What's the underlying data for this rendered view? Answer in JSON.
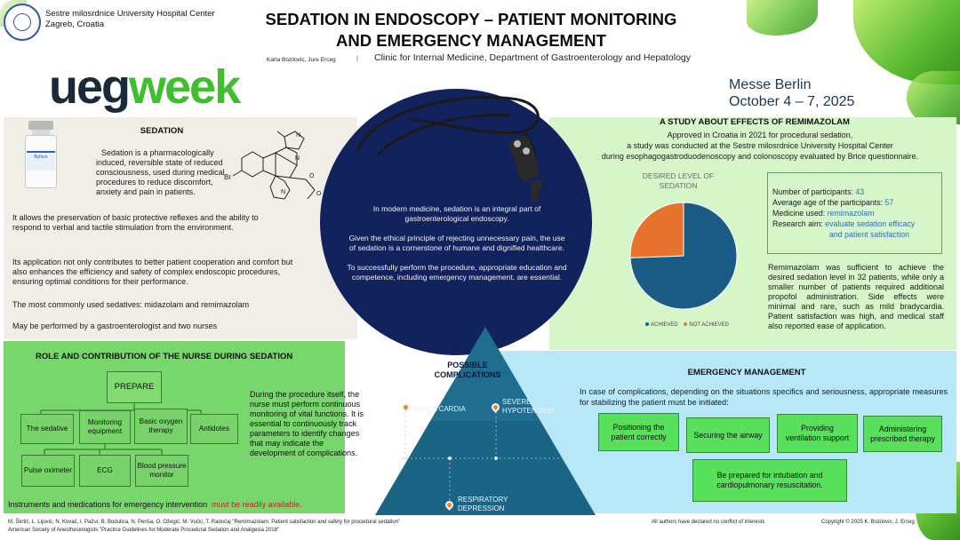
{
  "header": {
    "hospital_lines": [
      "Sestre milosrdnice University Hospital Center",
      "Zagreb, Croatia"
    ],
    "title_lines": [
      "SEDATION IN ENDOSCOPY – PATIENT MONITORING",
      "AND EMERGENCY MANAGEMENT"
    ],
    "authors": "Karla Bozilovic, Jure Erceg",
    "separator": "|",
    "clinic": "Clinic for Internal Medicine, Department of Gastroenterology and Hepatology",
    "ueg_part1": "ueg",
    "ueg_part2": "week",
    "event_line1": "Messe Berlin",
    "event_line2": "October 4 – 7, 2025"
  },
  "sedation": {
    "title": "SEDATION",
    "p1": "Sedation is a pharmacologically induced, reversible state of reduced consciousness, used during medical procedures to reduce discomfort, anxiety and pain in patients.",
    "p2": "It allows the preservation of basic protective reflexes and the ability to respond to verbal and tactile stimulation from the environment.",
    "p3": "Its application not only contributes to better patient cooperation and comfort but also enhances the efficiency and safety of complex endoscopic procedures, ensuring optimal conditions for their performance.",
    "p4": "The most commonly used sedatives: midazolam and remimazolam",
    "p5": "May be performed by a gastroenterologist and two nurses",
    "vial_label": "Byfavo",
    "molecule_atoms": {
      "br": "Br",
      "n1": "N",
      "n2": "N",
      "n3": "N",
      "o1": "O",
      "o2": "O"
    }
  },
  "center": {
    "p1": "In modern medicine, sedation is an integral part of gastroenterological endoscopy.",
    "p2": "Given the ethical principle of rejecting unnecessary pain, the use of sedation is a cornerstone of humane and dignified healthcare.",
    "p3": "To successfully perform the procedure, appropriate education and competence, including emergency management, are essential."
  },
  "complications": {
    "title": "POSSIBLE COMPLICATIONS",
    "items": [
      "BRADYCARDIA",
      "SEVERE HYPOTENSION",
      "RESPIRATORY DEPRESSION"
    ]
  },
  "study": {
    "title": "A STUDY ABOUT EFFECTS OF REMIMAZOLAM",
    "intro_lines": [
      "Approved in Croatia in 2021 for procedural sedation,",
      "a study was conducted at the Sestre milosrdnice University Hospital Center",
      "during esophagogastroduodenoscopy and colonoscopy evaluated by Brice questionnaire."
    ],
    "stats": {
      "participants_label": "Number of participants:",
      "participants_value": "43",
      "age_label": "Average age of the participants:",
      "age_value": "57",
      "medicine_label": "Medicine used:",
      "medicine_value": "remimazolam",
      "aim_label": "Research aim:",
      "aim_value_line1": "evaluate sedation efficacy",
      "aim_value_line2": "and patient satisfaction"
    },
    "results": "Remimazolam was sufficient to achieve the desired sedation level in 32 patients, while only a smaller number of patients required additional propofol administration. Side effects were minimal and rare, such as mild bradycardia. Patient satisfaction was high, and medical staff also reported ease of application."
  },
  "chart_data": {
    "type": "pie",
    "title": "DESIRED LEVEL OF SEDATION",
    "categories": [
      "ACHIEVED",
      "NOT ACHIEVED"
    ],
    "values": [
      32,
      11
    ],
    "colors": [
      "#1b5c86",
      "#e8732e"
    ],
    "legend": "bottom"
  },
  "nurse": {
    "title": "ROLE AND CONTRIBUTION OF THE NURSE DURING SEDATION",
    "prepare": "PREPARE",
    "row1": [
      "The sedative",
      "Monitoring equipment",
      "Basic oxygen therapy",
      "Antidotes"
    ],
    "row2": [
      "Pulse oximeter",
      "ECG",
      "Blood pressure monitor"
    ],
    "text": "During the procedure itself, the nurse must perform continuous monitoring of vital functions. It is essential to continuously track parameters to identify changes that may indicate the development of complications.",
    "bottom_text": "Instruments and medications for emergency intervention",
    "bottom_red": "must be readily available."
  },
  "emergency": {
    "title": "EMERGENCY MANAGEMENT",
    "intro": "In case of complications, depending on the situations specifics and seriousness, appropriate measures for stabilizing the patient must be initiated:",
    "boxes": [
      "Positioning the patient correctly",
      "Securing the airway",
      "Providing ventilation support",
      "Administering prescribed therapy"
    ],
    "last_box": "Be prepared for intubation and cardiopulmonary resuscitation."
  },
  "footer": {
    "ref1": "M. Škrtić, L. Lijović, N. Kovač, I. Pažur, B. Bodulica, N. Periša, O. Ožegić, M. Vučić, T. Radočaj \"Remimazolam: Patient satisfaction and safety for procedural sedation\"",
    "ref2": "American Society of Anesthesiologists \"Practice Guidelines for Moderate Procedural Sedation and Analgesia 2018\"",
    "conflict": "All authors have declared no conflict of interests",
    "copyright": "Copyright © 2025 K. Bozilovic, J. Erceg"
  }
}
